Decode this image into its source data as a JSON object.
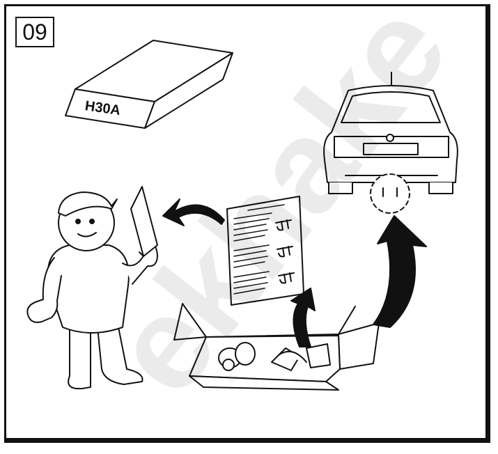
{
  "step_number": "09",
  "box_label": "H30A",
  "watermark_text": "ekhake",
  "colors": {
    "ink": "#111111",
    "paper": "#ffffff",
    "watermark": "#d8d8d8"
  },
  "icons": [
    "parts-box-icon",
    "mechanic-icon",
    "instruction-sheet-icon",
    "open-kit-box-icon",
    "car-rear-icon",
    "arrow-icon"
  ]
}
